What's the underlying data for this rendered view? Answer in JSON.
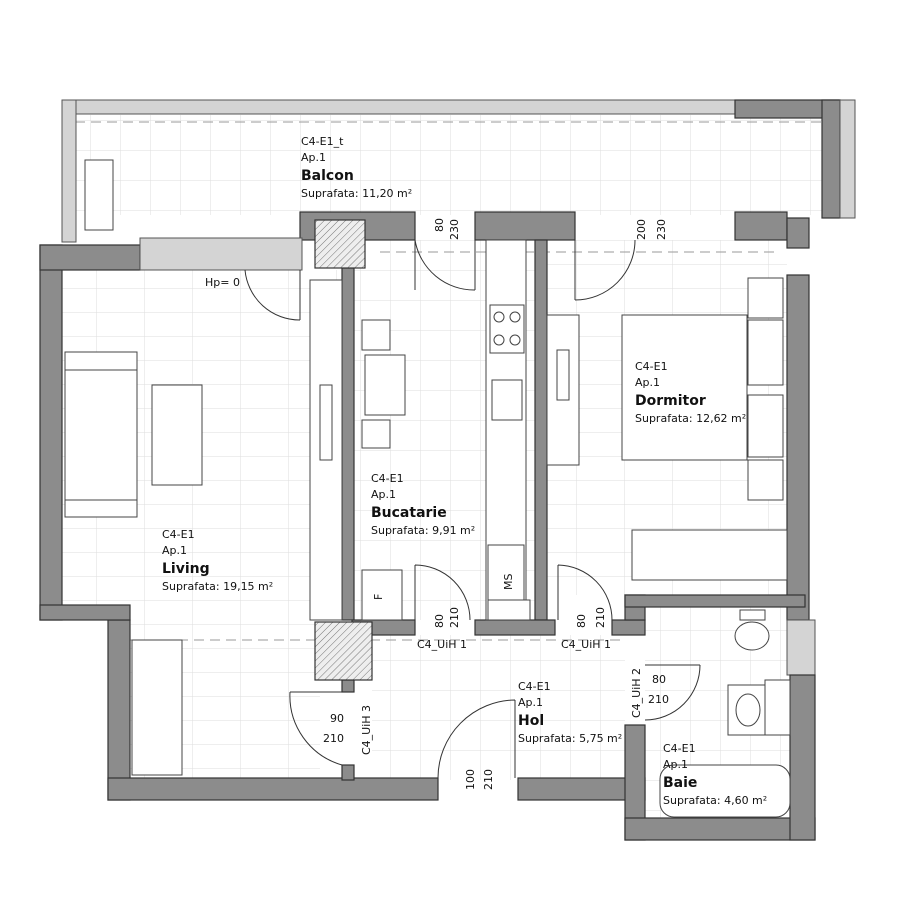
{
  "rooms": {
    "balcon": {
      "code": "C4-E1_t",
      "ap": "Ap.1",
      "name": "Balcon",
      "area": "Suprafata: 11,20 m²"
    },
    "living": {
      "code": "C4-E1",
      "ap": "Ap.1",
      "name": "Living",
      "area": "Suprafata: 19,15 m²"
    },
    "bucatarie": {
      "code": "C4-E1",
      "ap": "Ap.1",
      "name": "Bucatarie",
      "area": "Suprafata: 9,91 m²"
    },
    "dormitor": {
      "code": "C4-E1",
      "ap": "Ap.1",
      "name": "Dormitor",
      "area": "Suprafata: 12,62 m²"
    },
    "hol": {
      "code": "C4-E1",
      "ap": "Ap.1",
      "name": "Hol",
      "area": "Suprafata: 5,75 m²"
    },
    "baie": {
      "code": "C4-E1",
      "ap": "Ap.1",
      "name": "Baie",
      "area": "Suprafata: 4,60 m²"
    }
  },
  "labels": {
    "hp": "Hp= 0",
    "ms": "MS",
    "f": "F"
  },
  "doors": [
    {
      "width": "80",
      "height": "230"
    },
    {
      "width": "200",
      "height": "230"
    },
    {
      "width": "80",
      "height": "210",
      "tag": "C4_UiH 1"
    },
    {
      "width": "80",
      "height": "210",
      "tag": "C4_UiH 1"
    },
    {
      "width": "80",
      "height": "210",
      "tag": "C4_UiH 2"
    },
    {
      "width": "90",
      "height": "210",
      "tag": "C4_UiH 3"
    },
    {
      "width": "100",
      "height": "210"
    }
  ],
  "colors": {
    "wall": "#8c8c8c",
    "grid": "#dddddd"
  }
}
